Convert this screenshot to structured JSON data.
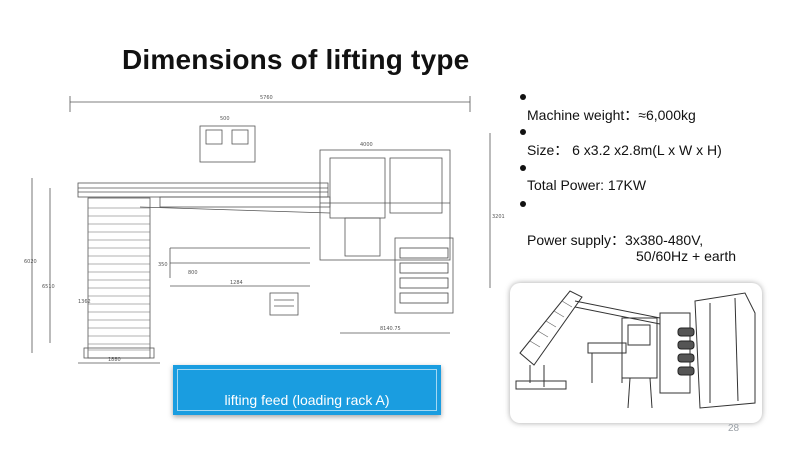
{
  "slide": {
    "title": "Dimensions of lifting type",
    "page_number": "28"
  },
  "specs": [
    {
      "text": "Machine weight：≈6,000kg"
    },
    {
      "text": "Size： 6 x3.2 x2.8m(L x W x H)"
    },
    {
      "text": "Total Power: 17KW"
    },
    {
      "text": "Power supply：3x380-480V,"
    },
    {
      "text": "50/60Hz + earth"
    }
  ],
  "caption": {
    "text": "lifting feed (loading rack A)",
    "background": "#1a9de0"
  },
  "drawing": {
    "dimension_labels": [
      "5760",
      "6020",
      "6510",
      "8140.75",
      "3201",
      "1284",
      "800",
      "350",
      "500",
      "4000",
      "1362",
      "1880"
    ]
  }
}
